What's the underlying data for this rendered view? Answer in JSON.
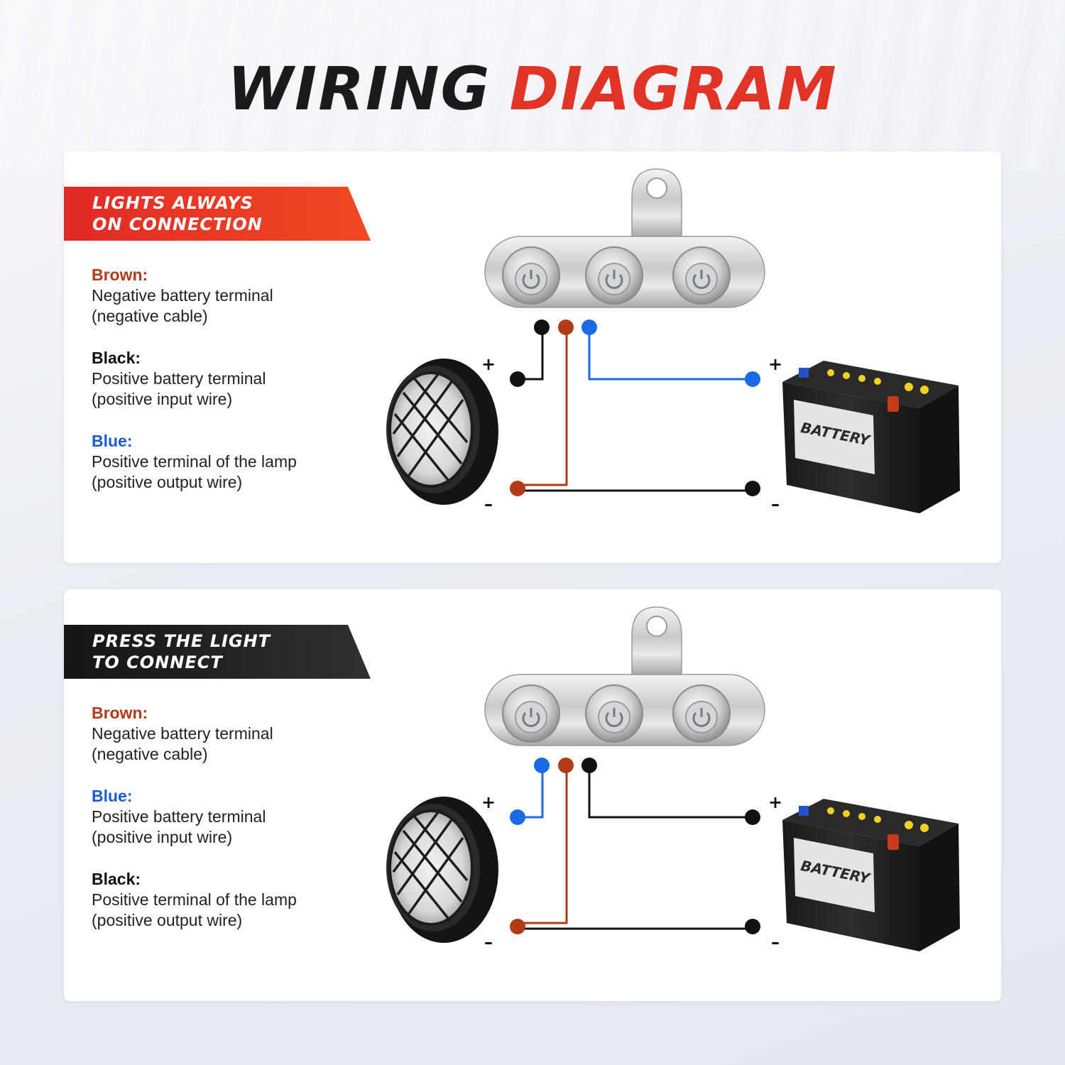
{
  "title": {
    "part1": "WIRING",
    "part2": "DIAGRAM"
  },
  "panels": [
    {
      "banner": {
        "line1": "LIGHTS ALWAYS",
        "line2": "ON CONNECTION",
        "style": "red"
      },
      "legend": [
        {
          "key": "Brown:",
          "color": "brown",
          "line1": "Negative battery terminal",
          "line2": "(negative cable)"
        },
        {
          "key": "Black:",
          "color": "black",
          "line1": "Positive battery terminal",
          "line2": "(positive input wire)"
        },
        {
          "key": "Blue:",
          "color": "blue",
          "line1": "Positive terminal of the lamp",
          "line2": "(positive output wire)"
        }
      ],
      "switch_terminal_order": [
        "black",
        "brown",
        "blue"
      ],
      "battery_label": "BATTERY",
      "plus": "+",
      "minus": "–"
    },
    {
      "banner": {
        "line1": "PRESS THE LIGHT",
        "line2": "TO CONNECT",
        "style": "dark"
      },
      "legend": [
        {
          "key": "Brown:",
          "color": "brown",
          "line1": "Negative battery terminal",
          "line2": "(negative cable)"
        },
        {
          "key": "Blue:",
          "color": "blue",
          "line1": "Positive battery terminal",
          "line2": "(positive input wire)"
        },
        {
          "key": "Black:",
          "color": "black",
          "line1": "Positive terminal of the lamp",
          "line2": "(positive output wire)"
        }
      ],
      "switch_terminal_order": [
        "blue",
        "brown",
        "black"
      ],
      "battery_label": "BATTERY",
      "plus": "+",
      "minus": "–"
    }
  ],
  "colors": {
    "accent_red": "#e23327",
    "brown_wire": "#b23a17",
    "black_wire": "#111111",
    "blue_wire": "#1a6ae6"
  }
}
